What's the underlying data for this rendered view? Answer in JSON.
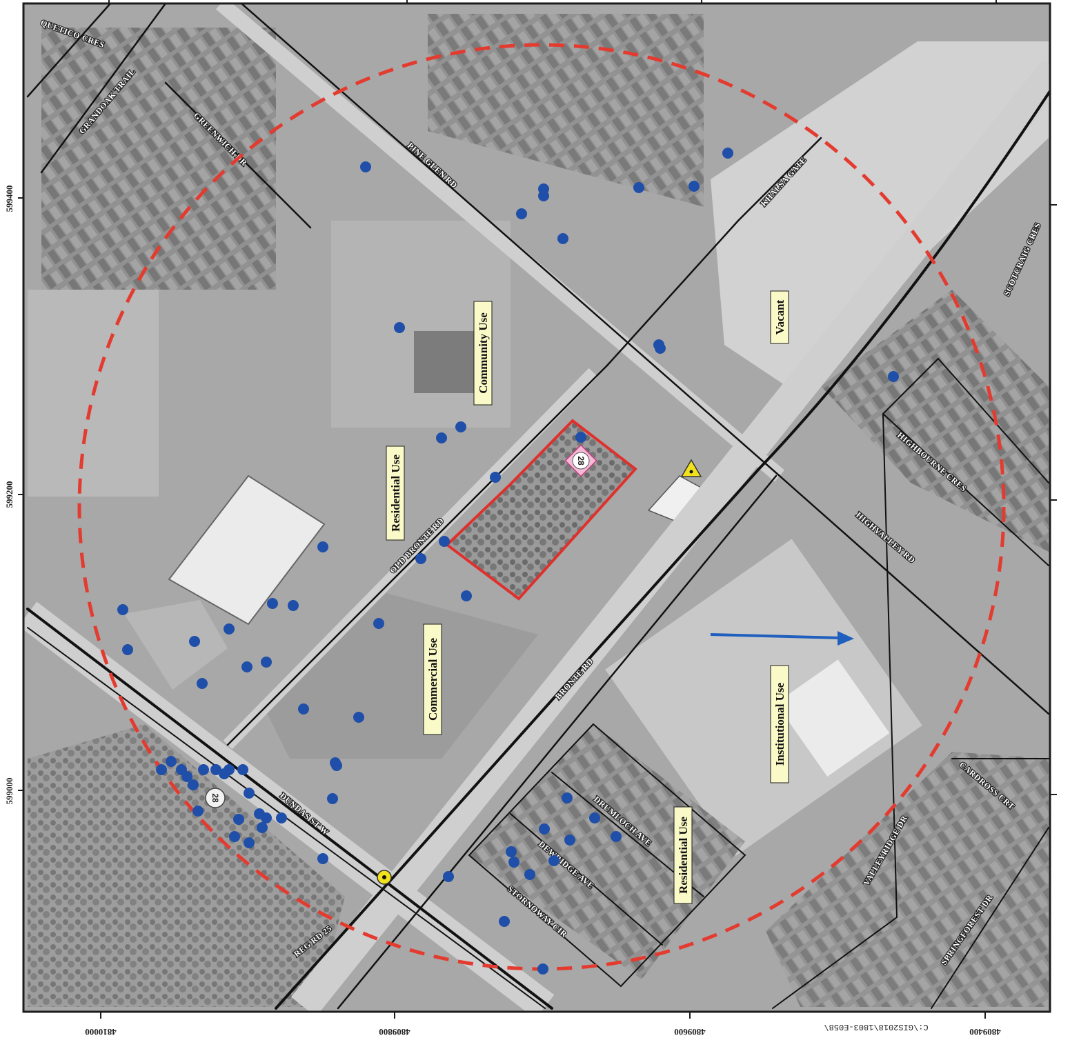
{
  "map": {
    "streets": [
      "QUETICO CRES",
      "GRANDOAK TRAIL",
      "GREENWICH DR",
      "PINE GLEN RD",
      "KHALSA GATE",
      "SCOTCRAIG CRES",
      "HIGHBOURNE CRES",
      "HIGHVALLEY RD",
      "OLD BRONTE RD",
      "BRONTE RD",
      "DUNDAS ST W",
      "REG RD 25",
      "STORNOWAY CIR",
      "DEWRIDGE AVE",
      "DRUMLOCH AVE",
      "VALLEYRIDGE DR",
      "SPRINGFOREST DR",
      "CARDROSS CRT"
    ],
    "land_uses": [
      "Community Use",
      "Vacant",
      "Residential Use",
      "Commercial Use",
      "Institutional Use",
      "Residential Use"
    ],
    "grid_labels": {
      "left": [
        "599400",
        "599200",
        "599000"
      ],
      "bottom": [
        "4810000",
        "4809800",
        "4809600",
        "4809400"
      ]
    },
    "file_path": "C:\\GIS2018\\1803-E058\\",
    "site_badge": "28",
    "colors": {
      "site_boundary": "#e0302c",
      "buffer_circle": "#e33b2f",
      "record_points": "#1f4fa8",
      "flow_arrow": "#1f5fbd",
      "roads": "#111111",
      "warning_marker": "#f2e21b"
    },
    "icons": [
      "warning-triangle-icon",
      "yellow-point-icon",
      "site-badge-icon",
      "flow-direction-arrow-icon"
    ]
  }
}
